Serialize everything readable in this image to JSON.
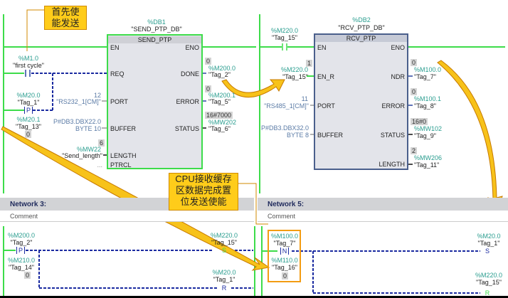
{
  "callouts": {
    "first": "首先使\n能发送",
    "second": "CPU接收缓存\n区数据完成置\n位发送使能"
  },
  "send": {
    "db": "%DB1",
    "db_name": "\"SEND_PTP_DB\"",
    "title": "SEND_PTP",
    "pins_in": [
      "EN",
      "REQ",
      "PORT",
      "BUFFER",
      "LENGTH",
      "PTRCL"
    ],
    "pins_out": [
      "ENO",
      "DONE",
      "ERROR",
      "STATUS"
    ],
    "req_contact": {
      "addr": "%M1.0",
      "tag": "\"first cycle\""
    },
    "p_contact": {
      "addr": "%M20.0",
      "tag": "\"Tag_1\"",
      "symbol": "P",
      "aux_addr": "%M20.1",
      "aux_tag": "\"Tag_13\"",
      "aux_val": "0"
    },
    "port": {
      "val": "12",
      "tag": "\"RS232_1[CM]\""
    },
    "buffer": {
      "line1": "P#DB3.DBX22.0",
      "line2": "BYTE 10"
    },
    "length": {
      "val": "6",
      "addr": "%MW22",
      "tag": "\"Send_length\""
    },
    "ptrcl": "...",
    "done": {
      "val": "0",
      "addr": "%M200.0",
      "tag": "\"Tag_2\""
    },
    "error": {
      "val": "0",
      "addr": "%M200.1",
      "tag": "\"Tag_5\""
    },
    "status": {
      "val": "16#7000",
      "addr": "%MW202",
      "tag": "\"Tag_6\""
    }
  },
  "recv": {
    "db": "%DB2",
    "db_name": "\"RCV_PTP_DB\"",
    "title": "RCV_PTP",
    "pins_in": [
      "EN",
      "EN_R",
      "PORT",
      "BUFFER"
    ],
    "pins_out": [
      "ENO",
      "NDR",
      "ERROR",
      "STATUS",
      "LENGTH"
    ],
    "en_contact": {
      "addr": "%M220.0",
      "tag": "\"Tag_15\""
    },
    "en_r": {
      "val": "1",
      "addr": "%M220.0",
      "tag": "\"Tag_15\""
    },
    "port": {
      "val": "11",
      "tag": "\"RS485_1[CM]\""
    },
    "buffer": {
      "line1": "P#DB3.DBX32.0",
      "line2": "BYTE 8"
    },
    "ndr": {
      "val": "0",
      "addr": "%M100.0",
      "tag": "\"Tag_7\""
    },
    "error": {
      "val": "0",
      "addr": "%M100.1",
      "tag": "\"Tag_8\""
    },
    "status": {
      "val": "16#0",
      "addr": "%MW102",
      "tag": "\"Tag_9\""
    },
    "length": {
      "val": "2",
      "addr": "%MW206",
      "tag": "\"Tag_11\""
    }
  },
  "net3": {
    "title": "Network 3:",
    "comment": "Comment",
    "contact": {
      "addr": "%M200.0",
      "tag": "\"Tag_2\"",
      "symbol": "P",
      "aux_addr": "%M210.0",
      "aux_tag": "\"Tag_14\"",
      "aux_val": "0"
    },
    "coil1": {
      "addr": "%M220.0",
      "tag": "\"Tag_15\"",
      "symbol": "S"
    },
    "coil2": {
      "addr": "%M20.0",
      "tag": "\"Tag_1\"",
      "symbol": "R"
    }
  },
  "net5": {
    "title": "Network 5:",
    "comment": "Comment",
    "contact": {
      "addr": "%M100.0",
      "tag": "\"Tag_7\"",
      "symbol": "N",
      "aux_addr": "%M110.0",
      "aux_tag": "\"Tag_16\"",
      "aux_val": "0"
    },
    "coil1": {
      "addr": "%M20.0",
      "tag": "\"Tag_1\"",
      "symbol": "S"
    },
    "coil2": {
      "addr": "%M220.0",
      "tag": "\"Tag_15\"",
      "symbol": "R"
    }
  },
  "colors": {
    "power": "#3ddc4a",
    "dashed": "#1a2aa0",
    "callout": "#ffcc1a",
    "tag": "#2a9d8f"
  }
}
